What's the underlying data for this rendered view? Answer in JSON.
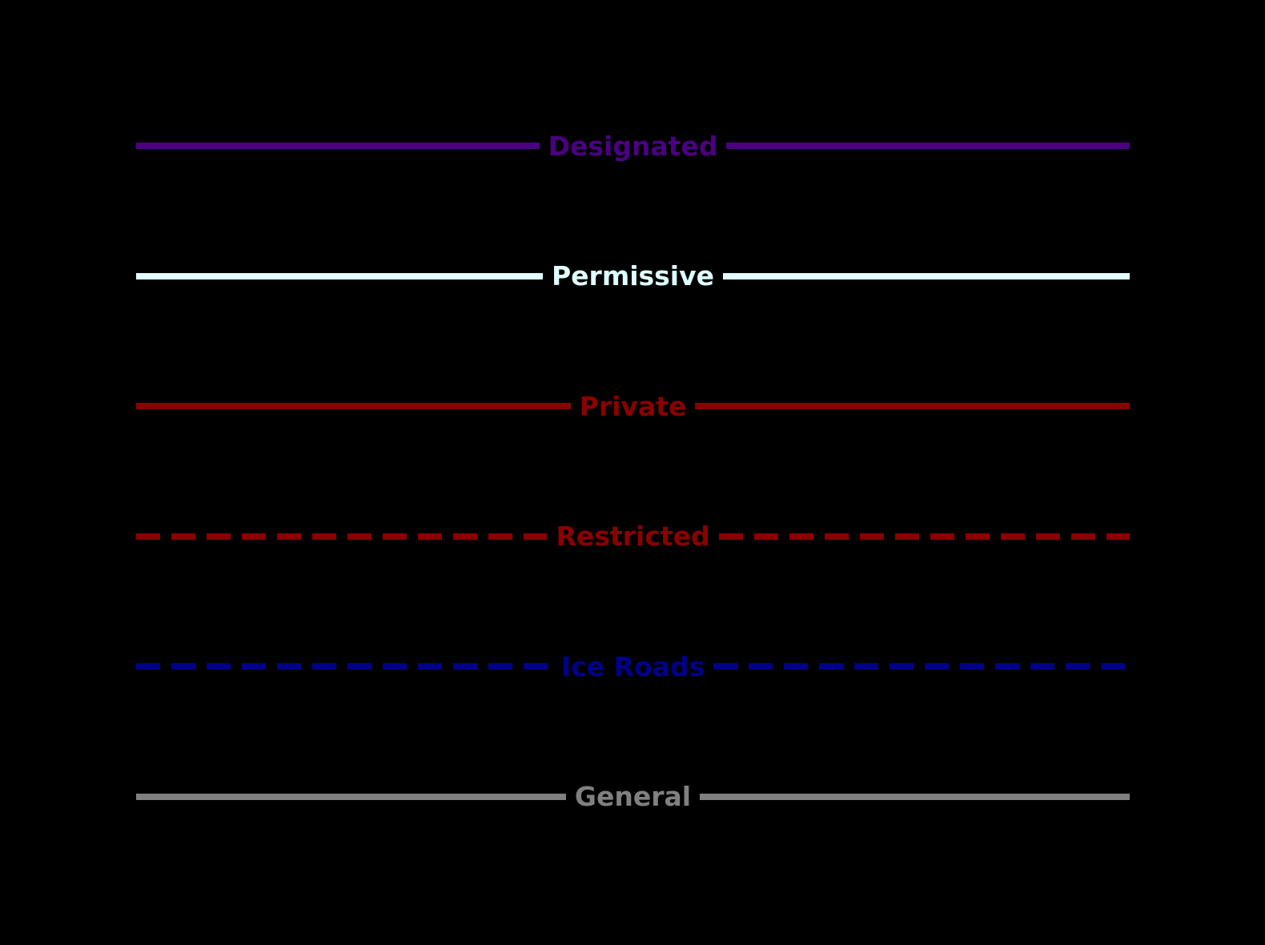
{
  "figure": {
    "background_color": "#000000"
  },
  "chart_data": {
    "type": "line",
    "title": "",
    "legend_position": "standalone full-figure legend, entries stacked vertically, labels centered inline on each line sample",
    "series": [
      {
        "name": "Designated",
        "color": "#4B0082",
        "line_style": "solid"
      },
      {
        "name": "Permissive",
        "color": "#E0FFFF",
        "line_style": "solid"
      },
      {
        "name": "Private",
        "color": "#8B0000",
        "line_style": "solid"
      },
      {
        "name": "Restricted",
        "color": "#8B0000",
        "line_style": "dashed"
      },
      {
        "name": "Ice Roads",
        "color": "#00008B",
        "line_style": "dashed"
      },
      {
        "name": "General",
        "color": "#808080",
        "line_style": "solid"
      }
    ]
  }
}
